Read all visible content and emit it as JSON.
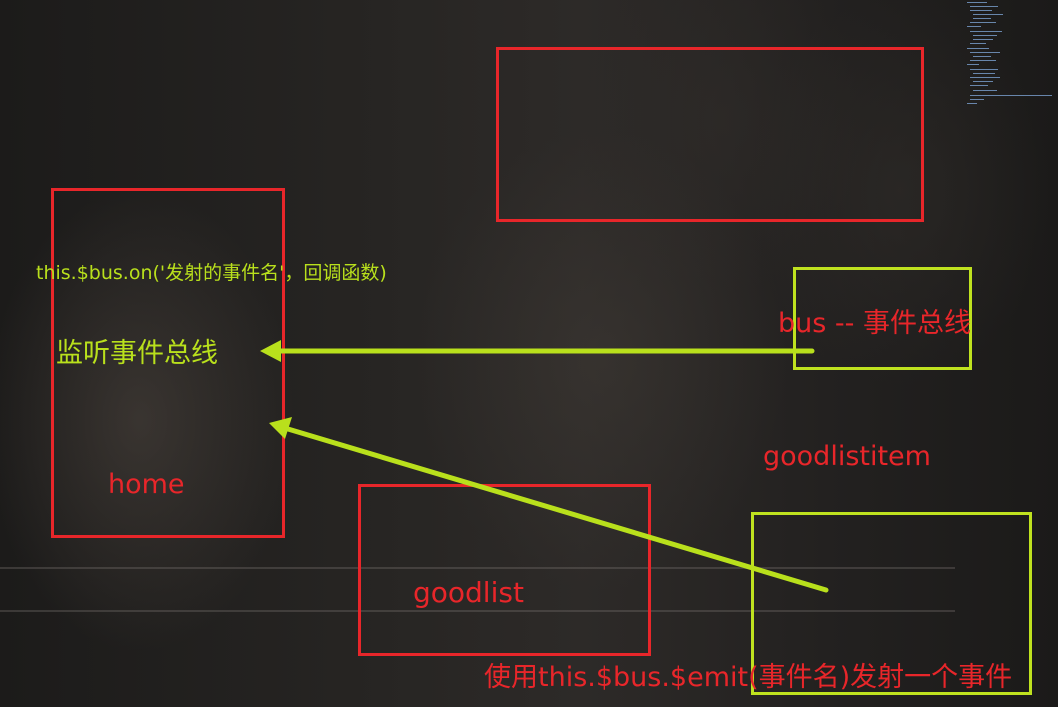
{
  "diagram": {
    "boxes": {
      "top_box": {
        "label": "",
        "color": "#e8262a"
      },
      "home": {
        "label": "home",
        "color": "#e8262a"
      },
      "bus": {
        "label": "bus -- 事件总线",
        "color": "#bfe21f"
      },
      "goodlist": {
        "label": "goodlist",
        "color": "#e8262a"
      },
      "goodlistitem": {
        "label": "goodlistitem",
        "color": "#bfe21f"
      }
    },
    "annotations": {
      "bus_on_code": "this.$bus.on('发射的事件名'，回调函数)",
      "listen_text": "监听事件总线",
      "emit_text": "使用this.$bus.$emit(事件名)发射一个事件"
    },
    "arrows": [
      {
        "from": "bus",
        "to": "home",
        "meaning": "监听事件总线",
        "color": "#b9e01c"
      },
      {
        "from": "goodlistitem",
        "to": "home",
        "meaning": "使用this.$bus.$emit(事件名)发射一个事件",
        "color": "#b9e01c"
      }
    ],
    "colors": {
      "red": "#e8262a",
      "green": "#bfe21f",
      "background": "#1f1d1c"
    }
  }
}
